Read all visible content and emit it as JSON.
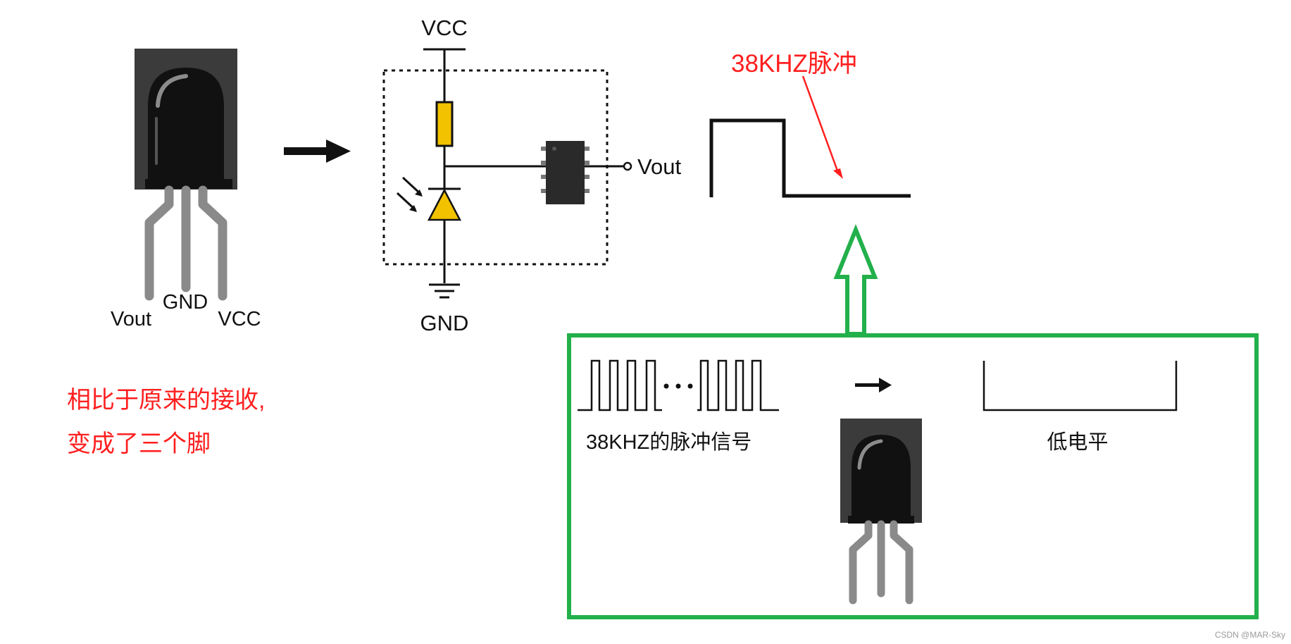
{
  "colors": {
    "annotation_red": "#ff1f1f",
    "highlight_green": "#22b04b",
    "resistor_yellow": "#f2c200",
    "diode_yellow": "#f2c200",
    "ink": "#111111",
    "sensor_body": "#3b3b3b",
    "sensor_dome": "#111111",
    "leg_grey": "#8a8a8a"
  },
  "icons": {
    "ir_receiver": "ir-receiver-icon",
    "arrow_right": "arrow-right-icon",
    "arrow_up": "arrow-up-icon",
    "resistor": "resistor-icon",
    "photodiode": "photodiode-icon",
    "chip": "chip-icon",
    "ground": "ground-icon"
  },
  "sensor": {
    "pin_vout": "Vout",
    "pin_gnd": "GND",
    "pin_vcc": "VCC"
  },
  "circuit": {
    "vcc": "VCC",
    "gnd": "GND",
    "vout": "Vout"
  },
  "waveform": {
    "annotation": "38KHZ脉冲"
  },
  "note": {
    "line1": "相比于原来的接收,",
    "line2": "变成了三个脚"
  },
  "panel": {
    "pulse_label": "38KHZ的脉冲信号",
    "low_label": "低电平"
  },
  "watermark": "CSDN @MAR-Sky"
}
